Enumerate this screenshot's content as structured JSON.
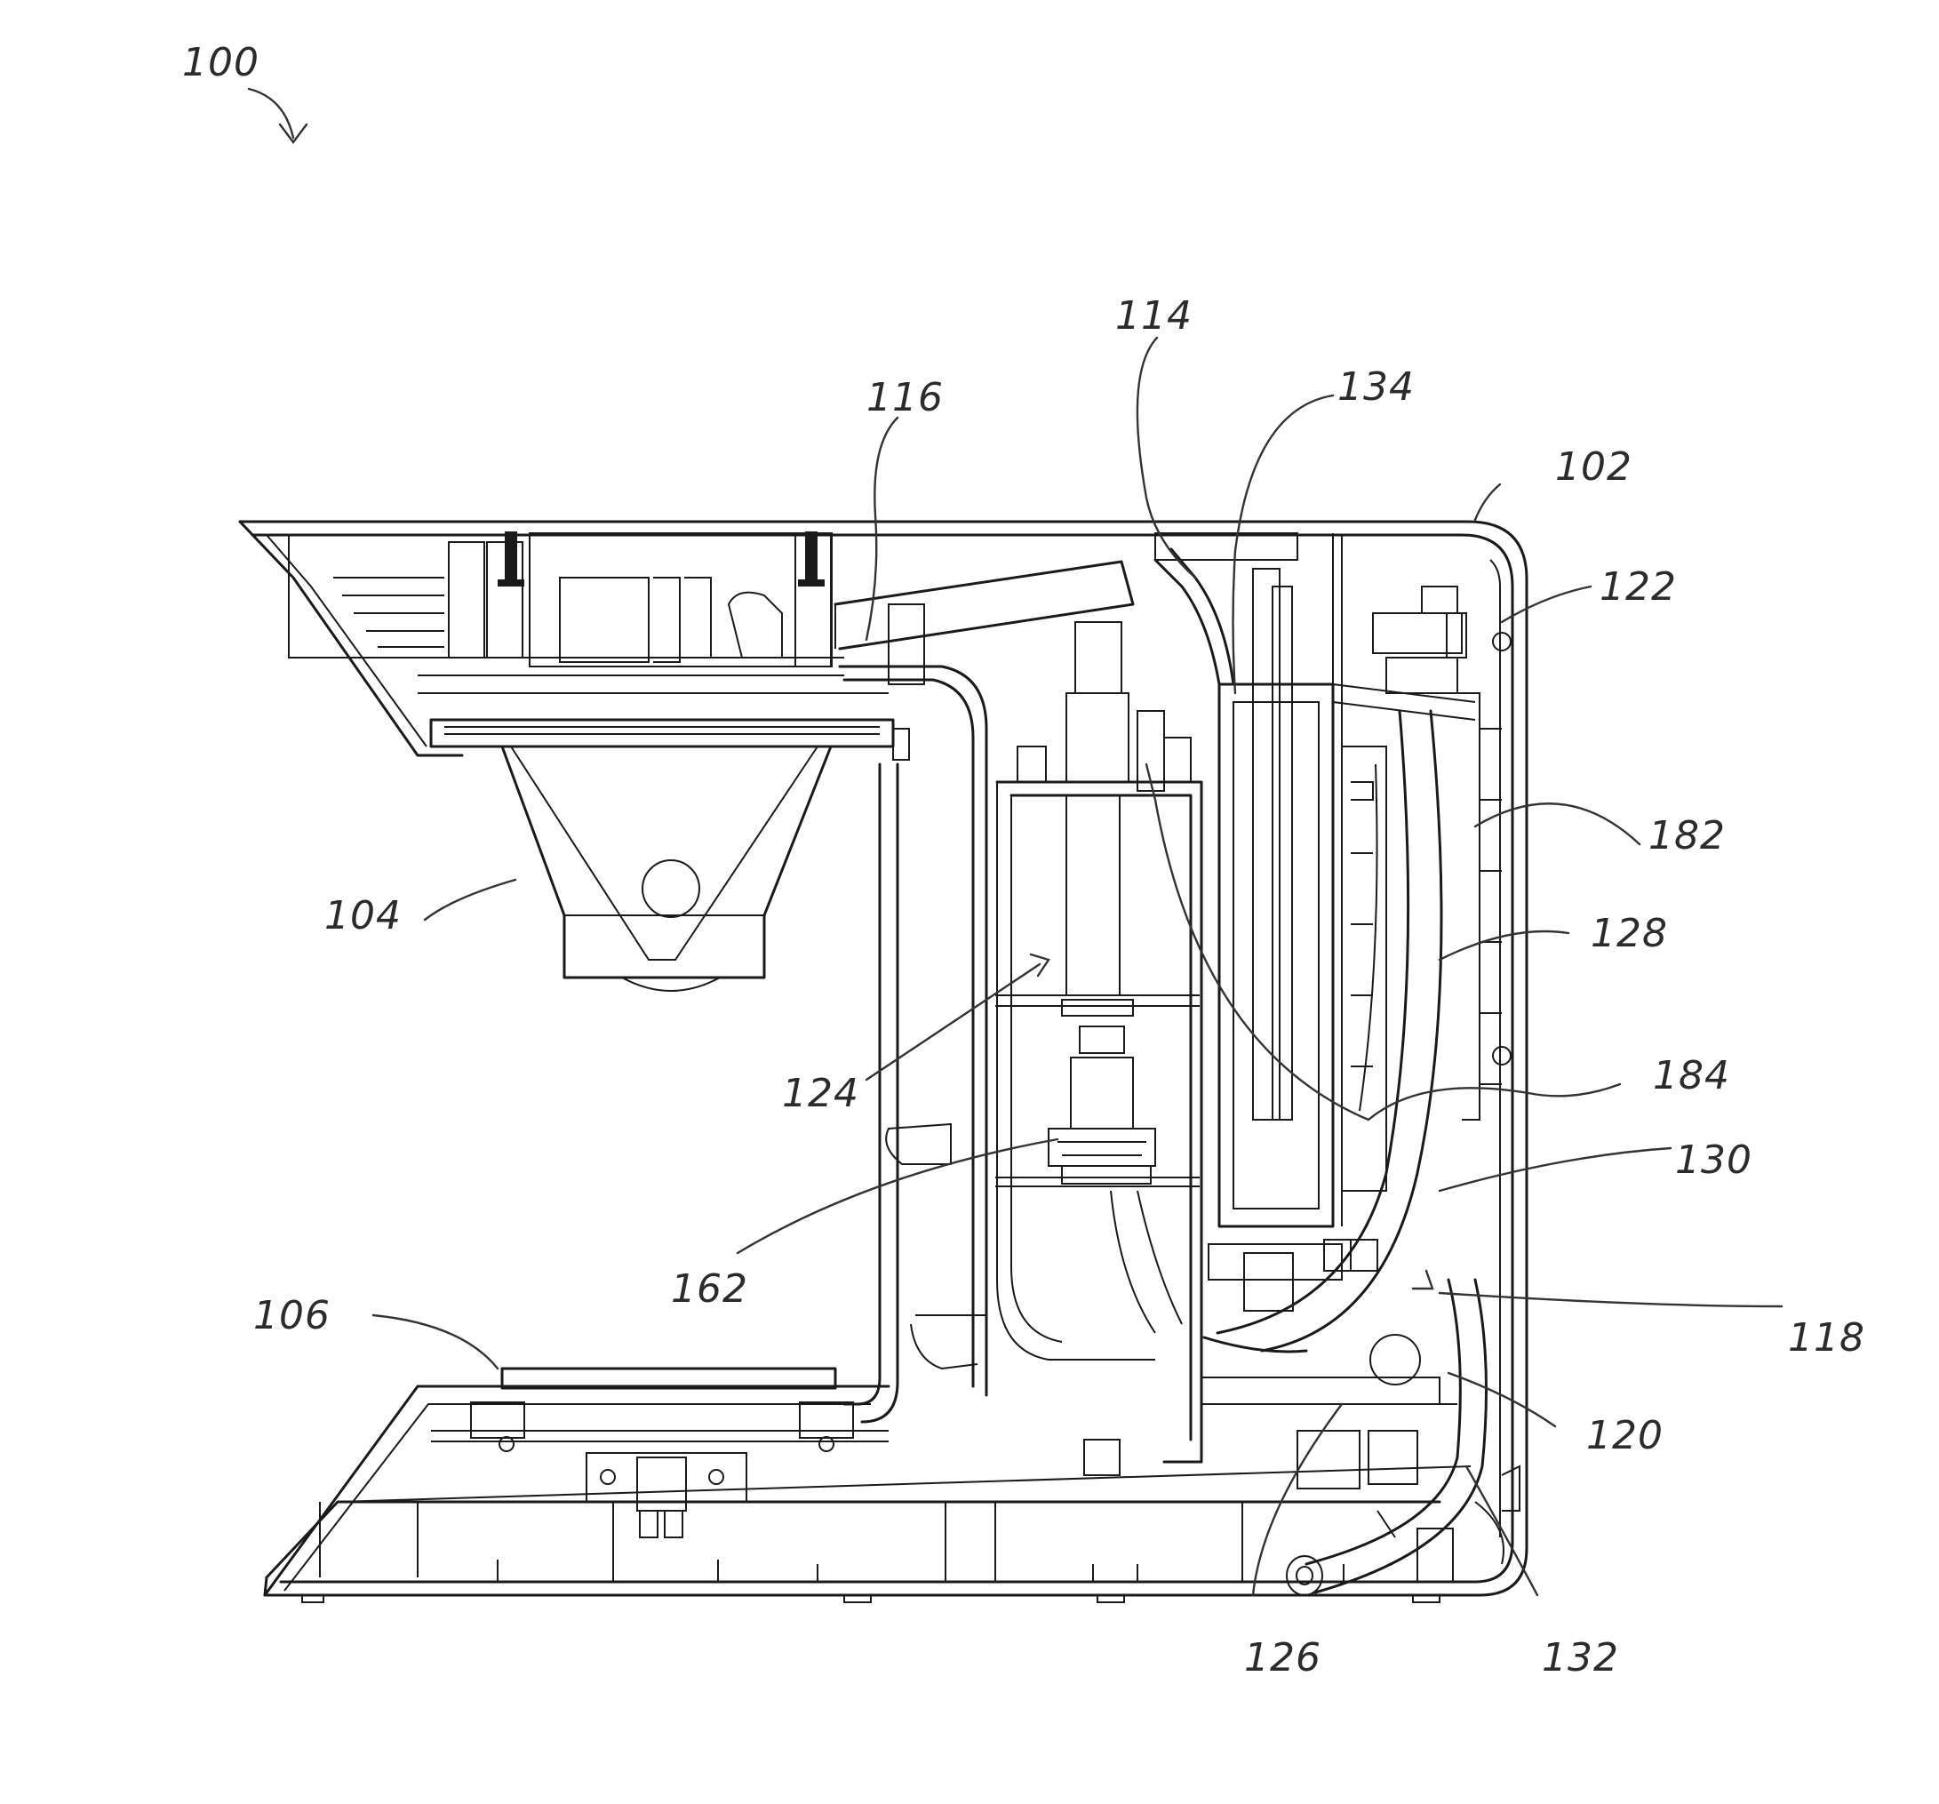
{
  "figure": {
    "reference_numerals": {
      "assembly": "100",
      "housing": "102",
      "brew_basket": "104",
      "drip_tray": "106",
      "channel_114": "114",
      "lid_arm": "116",
      "tube_118": "118",
      "element_120": "120",
      "element_122": "122",
      "pump_assembly": "124",
      "element_126": "126",
      "tube_128": "128",
      "tube_130": "130",
      "tube_132": "132",
      "reservoir": "134",
      "valve": "162",
      "element_182": "182",
      "element_184": "184"
    }
  }
}
